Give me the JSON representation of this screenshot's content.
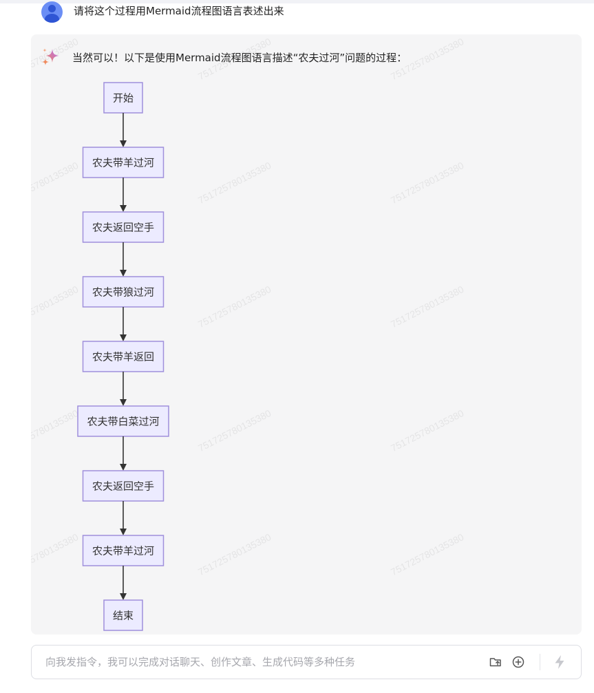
{
  "conversation": {
    "user_message": "请将这个过程用Mermaid流程图语言表述出来",
    "assistant_intro": "当然可以！以下是使用Mermaid流程图语言描述“农夫过河”问题的过程：",
    "watermark_text": "751725780135380"
  },
  "flowchart": {
    "nodes": [
      {
        "id": "start",
        "label": "开始"
      },
      {
        "id": "n1",
        "label": "农夫带羊过河"
      },
      {
        "id": "n2",
        "label": "农夫返回空手"
      },
      {
        "id": "n3",
        "label": "农夫带狼过河"
      },
      {
        "id": "n4",
        "label": "农夫带羊返回"
      },
      {
        "id": "n5",
        "label": "农夫带白菜过河"
      },
      {
        "id": "n6",
        "label": "农夫返回空手"
      },
      {
        "id": "n7",
        "label": "农夫带羊过河"
      },
      {
        "id": "end",
        "label": "结束"
      }
    ],
    "colors": {
      "node_fill": "#ecebff",
      "node_border": "#9f8fdb",
      "edge": "#333333"
    }
  },
  "composer": {
    "placeholder": "向我发指令，我可以完成对话聊天、创作文章、生成代码等多种任务",
    "icons": [
      "folder-upload-icon",
      "plus-circle-icon",
      "lightning-send-icon"
    ]
  },
  "colors": {
    "avatar": "#6b8ef5",
    "card_background": "#f5f5f6",
    "sparkle_gradient": [
      "#f08a5d",
      "#b468f5"
    ]
  }
}
